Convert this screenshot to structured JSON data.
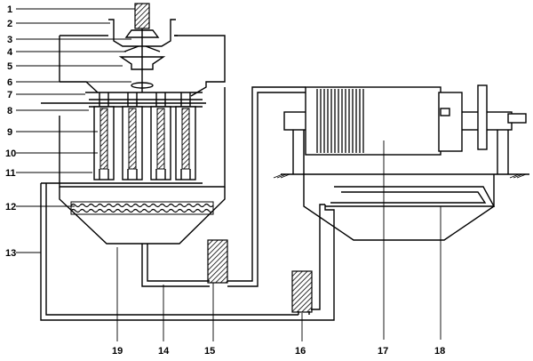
{
  "labels": {
    "l1": "1",
    "l2": "2",
    "l3": "3",
    "l4": "4",
    "l5": "5",
    "l6": "6",
    "l7": "7",
    "l8": "8",
    "l9": "9",
    "l10": "10",
    "l11": "11",
    "l12": "12",
    "l13": "13",
    "l14": "14",
    "l15": "15",
    "l16": "16",
    "l17": "17",
    "l18": "18",
    "l19": "19"
  },
  "colors": {
    "line": "#000000",
    "background": "#ffffff"
  }
}
